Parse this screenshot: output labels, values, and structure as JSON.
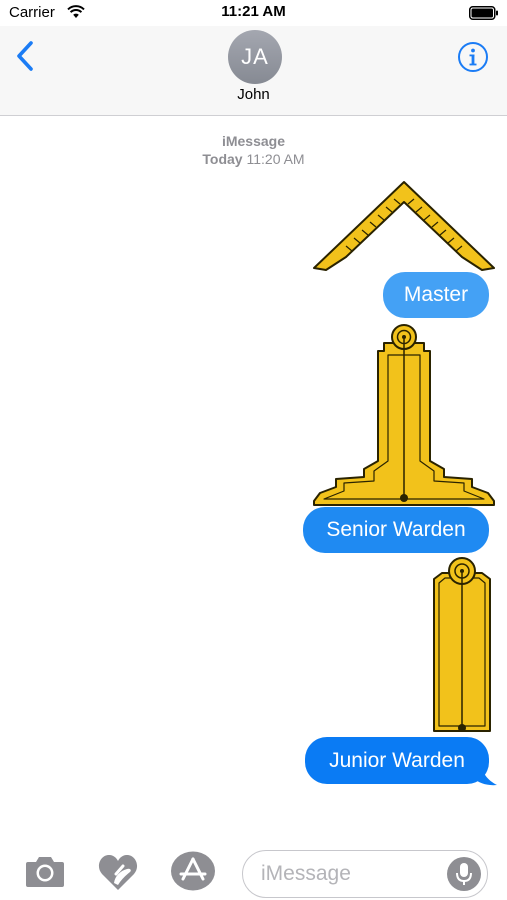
{
  "status_bar": {
    "carrier": "Carrier",
    "time": "11:21 AM",
    "icons": [
      "wifi-icon",
      "battery-icon"
    ]
  },
  "header": {
    "avatar_initials": "JA",
    "contact_name": "John",
    "icons": [
      "back-chevron-icon",
      "info-icon"
    ],
    "accent_color": "#1b7cf5"
  },
  "conversation": {
    "service": "iMessage",
    "timestamp_day": "Today",
    "timestamp_time": "11:20 AM",
    "messages": [
      {
        "sticker": "masonic-square-sticker",
        "text": "Master"
      },
      {
        "sticker": "masonic-level-sticker",
        "text": "Senior Warden"
      },
      {
        "sticker": "masonic-plumb-sticker",
        "text": "Junior Warden"
      }
    ],
    "bubble_colors": [
      "#44a1f5",
      "#1f8af2",
      "#0a7bf4"
    ],
    "sticker_color": "#f2c21b"
  },
  "input_bar": {
    "placeholder": "iMessage",
    "value": "",
    "icons": [
      "camera-icon",
      "digital-touch-icon",
      "app-store-icon",
      "microphone-icon"
    ]
  }
}
